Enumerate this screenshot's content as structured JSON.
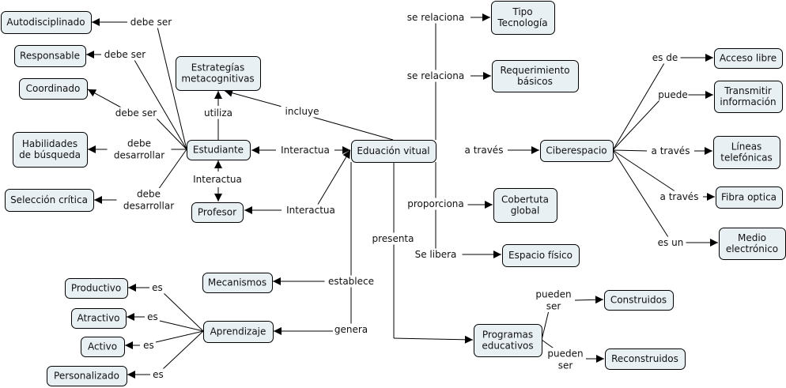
{
  "title": "Educación virtual concept map",
  "colors": {
    "node_fill": "#e8f0f4",
    "node_border": "#000000",
    "line": "#000000",
    "text": "#111111"
  },
  "nodes": {
    "autodisciplinado": [
      "Autodisciplinado"
    ],
    "responsable": [
      "Responsable"
    ],
    "coordinado": [
      "Coordinado"
    ],
    "habilidades": [
      "Habilidades",
      "de búsqueda"
    ],
    "seleccion": [
      "Selección crítica"
    ],
    "estrategias": [
      "Estrategías",
      "metacognitivas"
    ],
    "estudiante": [
      "Estudiante"
    ],
    "profesor": [
      "Profesor"
    ],
    "educacion": [
      "Eduación vitual"
    ],
    "tipo": [
      "Tipo",
      "Tecnología"
    ],
    "requerimiento": [
      "Requerimiento",
      "básicos"
    ],
    "ciberespacio": [
      "Ciberespacio"
    ],
    "acceso": [
      "Acceso libre"
    ],
    "transmitir": [
      "Transmitir",
      "información"
    ],
    "lineas": [
      "Líneas",
      "telefónicas"
    ],
    "fibra": [
      "Fibra optica"
    ],
    "medio": [
      "Medio",
      "electrónico"
    ],
    "cobertura": [
      "Cobertuta",
      "global"
    ],
    "espacio": [
      "Espacio físico"
    ],
    "mecanismos": [
      "Mecanismos"
    ],
    "aprendizaje": [
      "Aprendizaje"
    ],
    "productivo": [
      "Productivo"
    ],
    "atractivo": [
      "Atractivo"
    ],
    "activo": [
      "Activo"
    ],
    "personalizado": [
      "Personalizado"
    ],
    "programas": [
      "Programas",
      "educativos"
    ],
    "construidos": [
      "Construidos"
    ],
    "reconstruidos": [
      "Reconstruidos"
    ]
  },
  "links": {
    "debe_ser_1": [
      "debe ser"
    ],
    "debe_ser_2": [
      "debe ser"
    ],
    "debe_ser_3": [
      "debe ser"
    ],
    "debe_desarrollar_1": [
      "debe",
      "desarrollar"
    ],
    "debe_desarrollar_2": [
      "debe",
      "desarrollar"
    ],
    "utiliza": [
      "utiliza"
    ],
    "incluye": [
      "incluye"
    ],
    "interactua_est_edu": [
      "Interactua"
    ],
    "interactua_est_prof": [
      "Interactua"
    ],
    "interactua_prof_edu": [
      "Interactua"
    ],
    "se_relaciona_1": [
      "se relaciona"
    ],
    "se_relaciona_2": [
      "se relaciona"
    ],
    "a_traves_cib": [
      "a través"
    ],
    "es_de": [
      "es de"
    ],
    "puede": [
      "puede"
    ],
    "a_traves_lin": [
      "a través"
    ],
    "a_traves_fib": [
      "a través"
    ],
    "es_un": [
      "es un"
    ],
    "proporciona": [
      "proporciona"
    ],
    "presenta": [
      "presenta"
    ],
    "se_libera": [
      "Se libera"
    ],
    "establece": [
      "establece"
    ],
    "genera": [
      "genera"
    ],
    "es_1": [
      "es"
    ],
    "es_2": [
      "es"
    ],
    "es_3": [
      "es"
    ],
    "es_4": [
      "es"
    ],
    "pueden_ser_1": [
      "pueden",
      "ser"
    ],
    "pueden_ser_2": [
      "pueden",
      "ser"
    ]
  }
}
